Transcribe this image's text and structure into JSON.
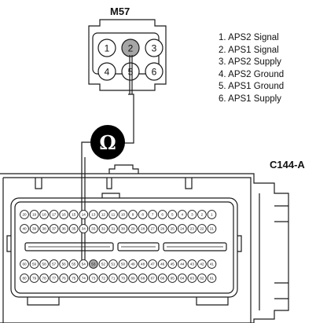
{
  "connector_m57": {
    "label": "M57",
    "pins": [
      "1",
      "2",
      "3",
      "4",
      "5",
      "6"
    ],
    "highlighted_pin": "2"
  },
  "connector_c144a": {
    "label": "C144-A",
    "row1": [
      "20",
      "19",
      "18",
      "17",
      "16",
      "15",
      "14",
      "13",
      "12",
      "11",
      "10",
      "9",
      "8",
      "7",
      "6",
      "5",
      "4",
      "3",
      "2",
      "1"
    ],
    "row2": [
      "40",
      "39",
      "38",
      "37",
      "36",
      "35",
      "34",
      "33",
      "32",
      "31",
      "30",
      "29",
      "28",
      "27",
      "26",
      "25",
      "24",
      "23",
      "22",
      "21"
    ],
    "row4": [
      "60",
      "59",
      "58",
      "57",
      "56",
      "55",
      "54",
      "53",
      "52",
      "51",
      "50",
      "49",
      "48",
      "47",
      "46",
      "45",
      "44",
      "43",
      "42",
      "41"
    ],
    "row5": [
      "80",
      "79",
      "78",
      "77",
      "76",
      "75",
      "74",
      "73",
      "72",
      "71",
      "70",
      "69",
      "68",
      "67",
      "66",
      "65",
      "64",
      "63",
      "62",
      "61"
    ],
    "highlighted_pin": "53"
  },
  "meter": {
    "symbol": "Ω",
    "icon": "ohmmeter-icon"
  },
  "pin_legend": [
    "1. APS2 Signal",
    "2. APS1 Signal",
    "3. APS2 Supply",
    "4. APS2 Ground",
    "5. APS1 Ground",
    "6. APS1 Supply"
  ],
  "colors": {
    "highlight": "#a6a6a6",
    "meter": "#000000",
    "line": "#1a1a1a"
  }
}
